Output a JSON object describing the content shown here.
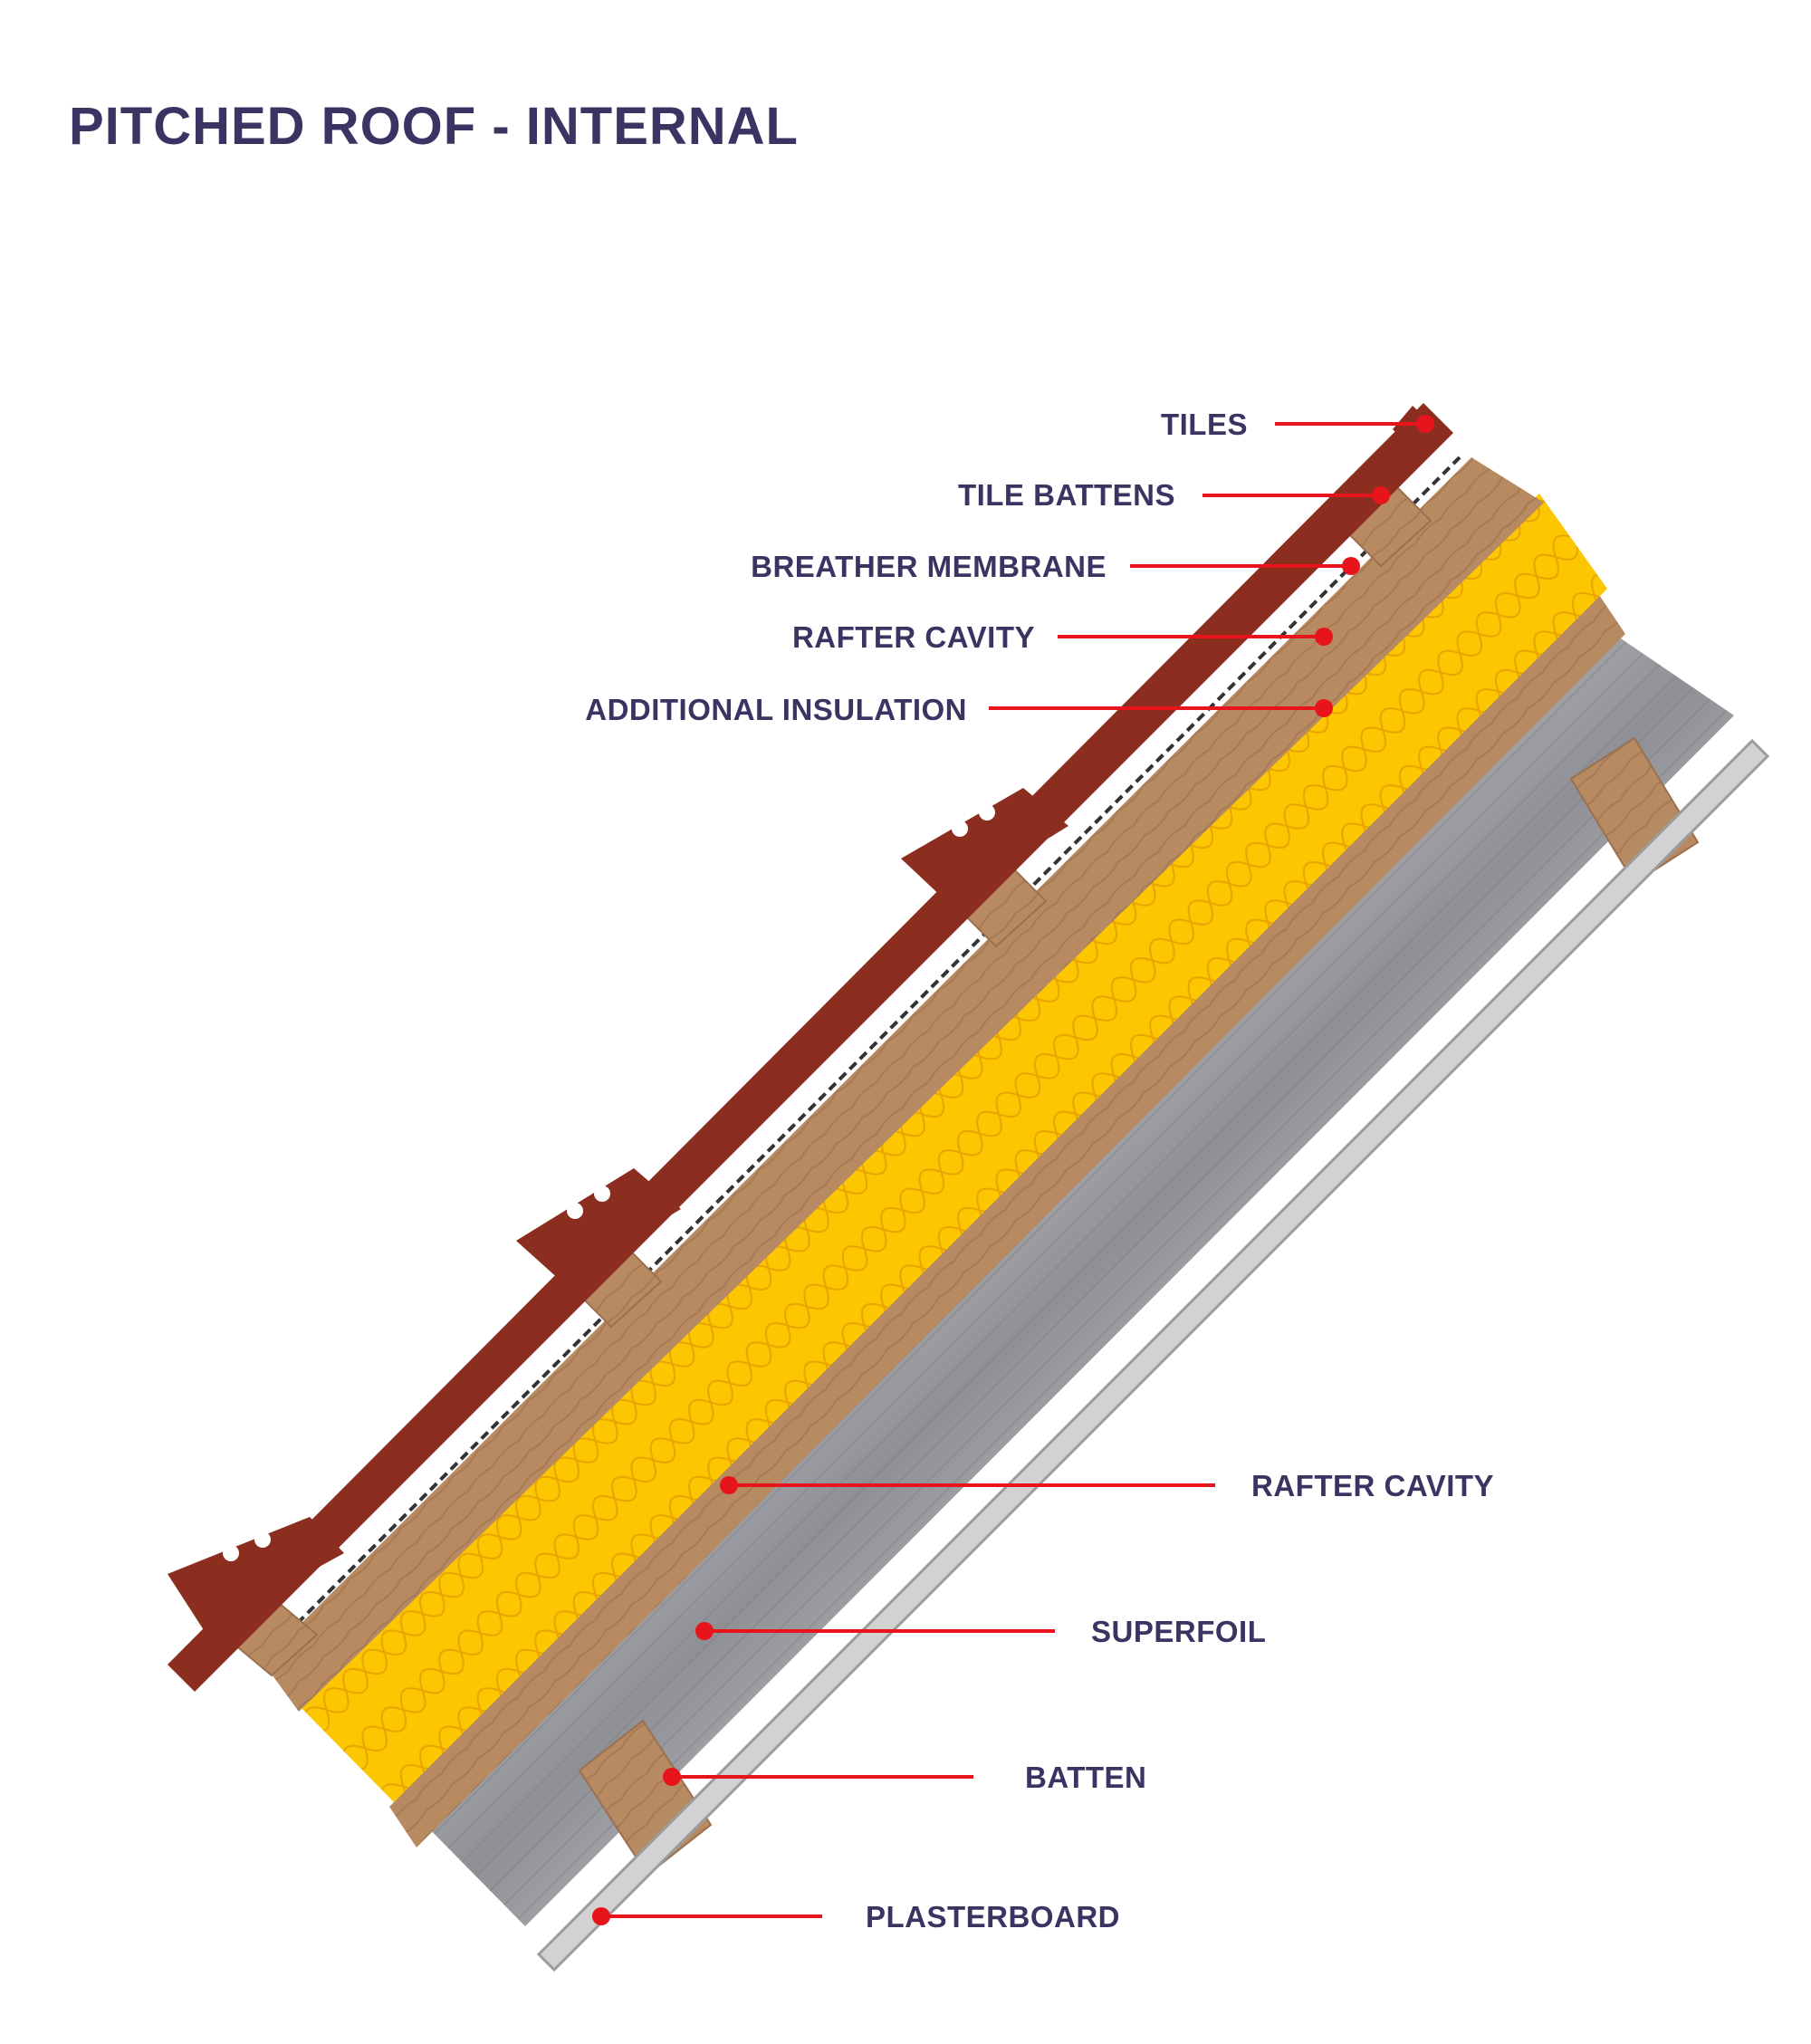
{
  "title": "PITCHED ROOF - INTERNAL",
  "colors": {
    "text": "#3b3462",
    "leader": "#e8141b",
    "tile": "#8b2e20",
    "timber": "#b88a62",
    "insulation": "#fcc600",
    "foil": "#a3a5a9",
    "plasterboard": "#d2d2d2"
  },
  "labels": {
    "tiles": "TILES",
    "tile_battens": "TILE BATTENS",
    "breather_membrane": "BREATHER MEMBRANE",
    "rafter_cavity_top": "RAFTER CAVITY",
    "additional_insulation": "ADDITIONAL INSULATION",
    "rafter_cavity_bottom": "RAFTER CAVITY",
    "superfoil": "SUPERFOIL",
    "batten": "BATTEN",
    "plasterboard": "PLASTERBOARD"
  }
}
